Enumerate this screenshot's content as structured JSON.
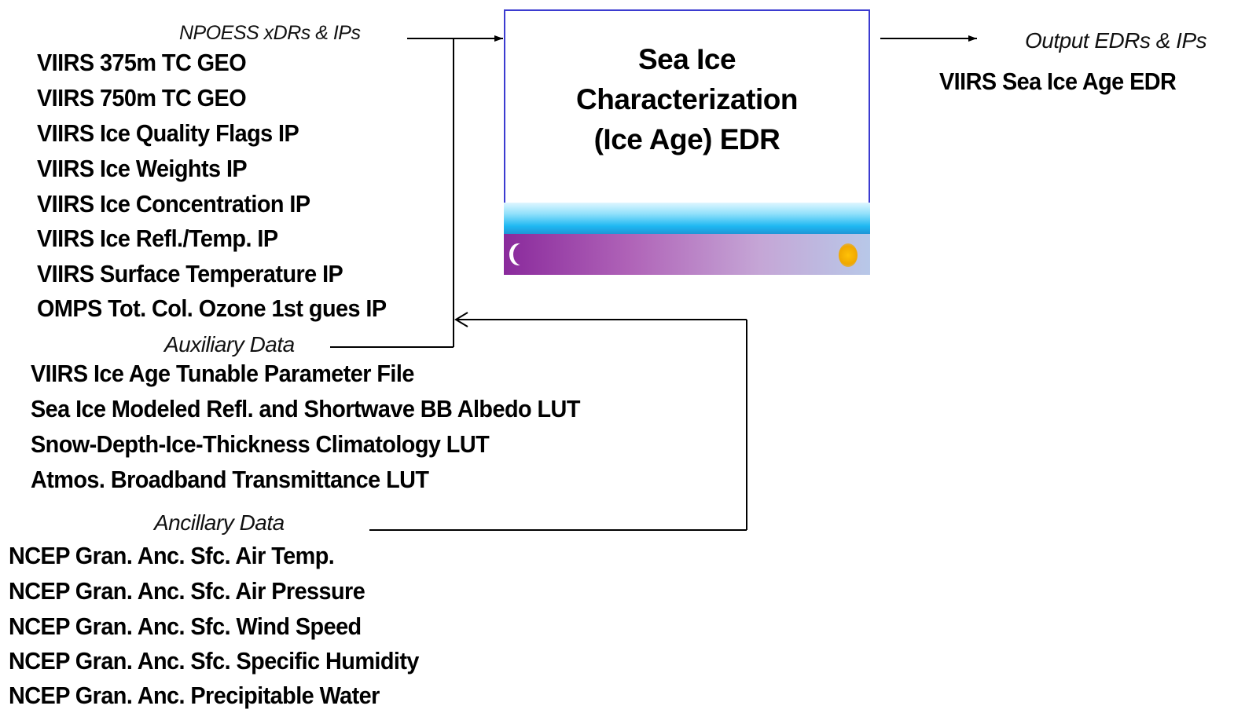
{
  "central_box": {
    "title_lines": [
      "Sea Ice",
      "Characterization",
      "(Ice Age)  EDR"
    ]
  },
  "inputs": {
    "xdr_header": "NPOESS xDRs & IPs",
    "xdr_items": [
      "VIIRS 375m TC GEO",
      "VIIRS 750m TC GEO",
      "VIIRS Ice Quality Flags IP",
      "VIIRS Ice Weights IP",
      "VIIRS Ice Concentration IP",
      "VIIRS Ice Refl./Temp. IP",
      "VIIRS Surface Temperature IP",
      "OMPS Tot. Col. Ozone  1st gues IP"
    ],
    "aux_header": "Auxiliary Data",
    "aux_items": [
      "VIIRS Ice Age Tunable Parameter File",
      "Sea Ice Modeled Refl. and  Shortwave BB Albedo  LUT",
      "Snow-Depth-Ice-Thickness Climatology LUT",
      "Atmos. Broadband Transmittance LUT"
    ],
    "anc_header": "Ancillary Data",
    "anc_items": [
      "NCEP Gran. Anc. Sfc. Air Temp.",
      "NCEP Gran. Anc. Sfc. Air Pressure",
      "NCEP Gran. Anc. Sfc. Wind Speed",
      "NCEP Gran. Anc. Sfc. Specific Humidity",
      "NCEP Gran. Anc. Precipitable Water"
    ]
  },
  "outputs": {
    "header": "Output EDRs & IPs",
    "items": [
      "VIIRS Sea Ice Age EDR"
    ]
  },
  "colors": {
    "box_border": "#3b3bd0",
    "band_cyan": "#1fb8f2",
    "band_purple": "#8a2a9c",
    "sun": "#f0a800"
  },
  "icons": {
    "moon": "moon-icon",
    "sun": "sun-icon"
  }
}
